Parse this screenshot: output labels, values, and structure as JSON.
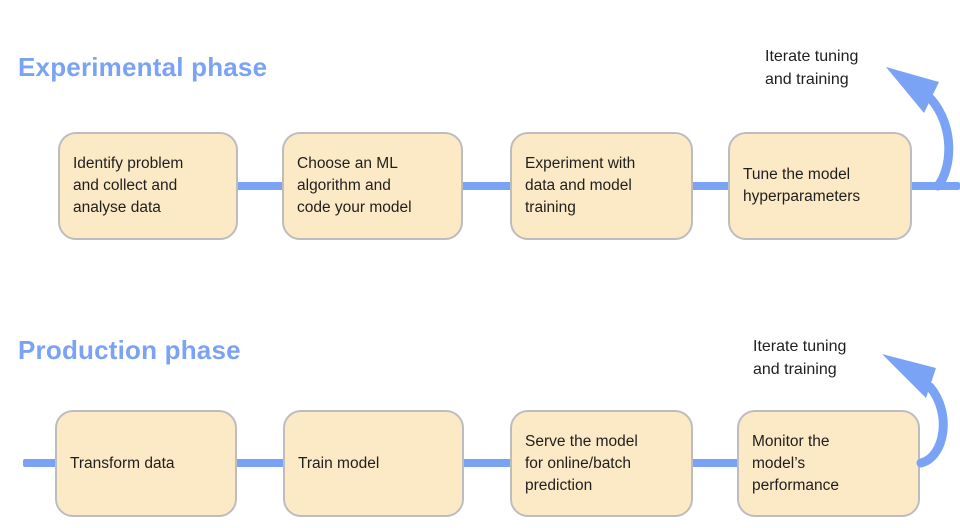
{
  "colors": {
    "accent": "#7BA3F5",
    "box-fill": "#FCE9C6",
    "box-border": "#BDBDBD",
    "text-dark": "#1F1F1F"
  },
  "phases": [
    {
      "title": "Experimental phase",
      "iterate_label": "Iterate tuning\nand training",
      "steps": [
        {
          "label": "Identify problem\nand collect and\nanalyse data"
        },
        {
          "label": "Choose an ML\nalgorithm and\ncode your model"
        },
        {
          "label": "Experiment with\ndata and model\ntraining"
        },
        {
          "label": "Tune the model\nhyperparameters"
        }
      ]
    },
    {
      "title": "Production phase",
      "iterate_label": "Iterate tuning\nand training",
      "steps": [
        {
          "label": "Transform data"
        },
        {
          "label": "Train model"
        },
        {
          "label": "Serve the model\nfor online/batch\nprediction"
        },
        {
          "label": "Monitor the\nmodel’s\nperformance"
        }
      ]
    }
  ]
}
